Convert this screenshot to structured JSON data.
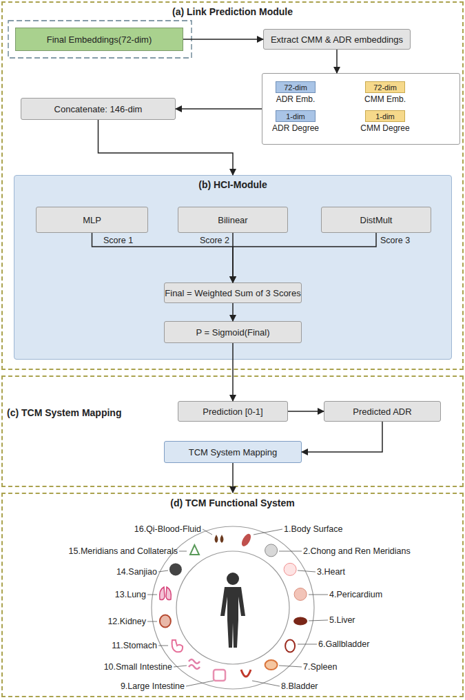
{
  "diagram": {
    "nodes": [
      {
        "text": [
          "(a) Link Prediction Module"
        ]
      },
      {
        "text": [
          "Final Embeddings(72-dim)"
        ],
        "in": 0
      },
      {
        "text": [
          "Extract CMM & ADR embeddings"
        ],
        "in": 0
      },
      {
        "text": [],
        "in": 0
      },
      {
        "text": [
          "72-dim",
          "ADR Emb."
        ],
        "in": 3
      },
      {
        "text": [
          "72-dim",
          "CMM Emb."
        ],
        "in": 3
      },
      {
        "text": [
          "1-dim",
          "ADR Degree"
        ],
        "in": 3
      },
      {
        "text": [
          "1-dim",
          "CMM Degree"
        ],
        "in": 3
      },
      {
        "text": [
          "Concatenate: 146-dim"
        ],
        "in": 0
      },
      {
        "text": [
          "(b) HCI-Module"
        ],
        "in": 0
      },
      {
        "text": [
          "MLP"
        ],
        "in": 9
      },
      {
        "text": [
          "Bilinear"
        ],
        "in": 9
      },
      {
        "text": [
          "DistMult"
        ],
        "in": 9
      },
      {
        "text": [
          "Final = Weighted Sum of 3 Scores"
        ],
        "in": 9
      },
      {
        "text": [
          "P = Sigmoid(Final)"
        ],
        "in": 9
      },
      {
        "text": [
          "(c) TCM System Mapping"
        ]
      },
      {
        "text": [
          "Prediction [0-1]"
        ],
        "in": 15
      },
      {
        "text": [
          "Predicted ADR"
        ],
        "in": 15
      },
      {
        "text": [
          "TCM System Mapping"
        ],
        "in": 15
      },
      {
        "text": [
          "(d) TCM Functional System"
        ]
      }
    ],
    "edges": [
      {
        "from": 1,
        "to": 2,
        "arrow": "to"
      },
      {
        "from": 2,
        "to": 3,
        "arrow": "to"
      },
      {
        "from": 3,
        "to": 8,
        "arrow": "to"
      },
      {
        "from": 8,
        "to": 9,
        "arrow": "to"
      },
      {
        "from": 10,
        "to": 13,
        "label": "Score 1",
        "arrow": "to"
      },
      {
        "from": 11,
        "to": 13,
        "label": "Score 2",
        "arrow": "to"
      },
      {
        "from": 12,
        "to": 13,
        "label": "Score 3",
        "arrow": "to"
      },
      {
        "from": 13,
        "to": 14,
        "arrow": "to"
      },
      {
        "from": 14,
        "to": 16,
        "arrow": "to"
      },
      {
        "from": 16,
        "to": 17,
        "arrow": "to"
      },
      {
        "from": 17,
        "to": 18,
        "arrow": "to"
      },
      {
        "from": 18,
        "to": 19,
        "arrow": "to"
      }
    ],
    "labels": [
      "1.Body Surface",
      "2.Chong and Ren Meridians",
      "3.Heart",
      "4.Pericardium",
      "5.Liver",
      "6.Gallbladder",
      "7.Spleen",
      "8.Bladder",
      "9.Large Intestine",
      "10.Small Intestine",
      "11.Stomach",
      "12.Kidney",
      "13.Lung",
      "14.Sanjiao",
      "15.Meridians and Collaterals",
      "16.Qi-Blood-Fluid"
    ]
  }
}
